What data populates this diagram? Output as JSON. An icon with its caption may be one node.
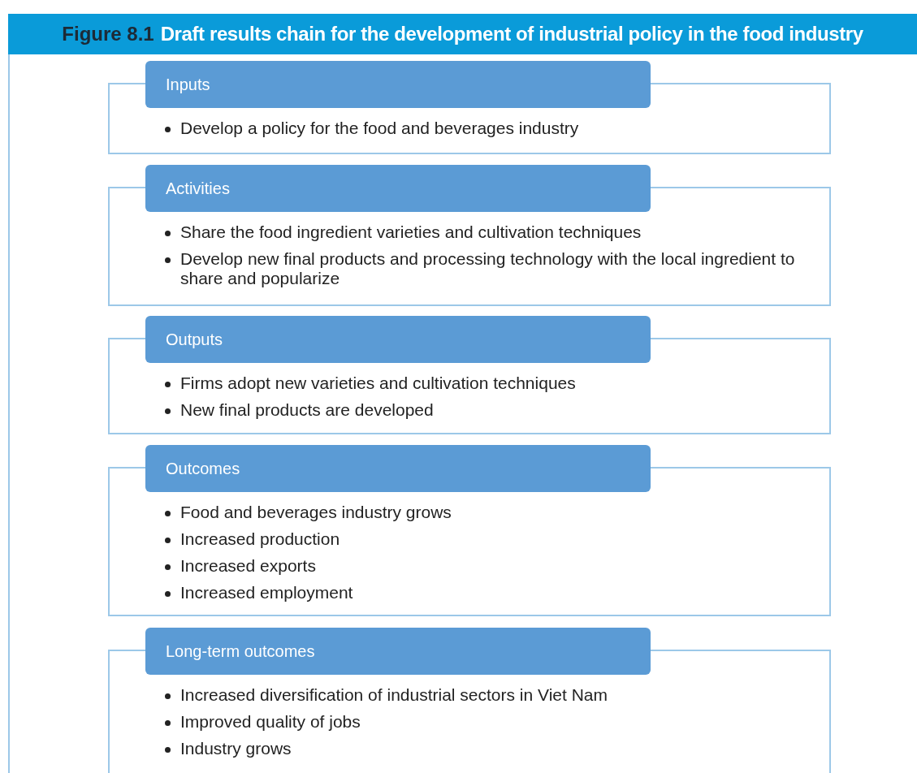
{
  "diagram": {
    "title": "Draft results chain for the development of industrial policy in the food industry",
    "nodes": [
      {
        "text": [
          "Inputs",
          "Develop a policy for the food and beverages industry"
        ]
      },
      {
        "text": [
          "Activities",
          "Share the food ingredient varieties and cultivation techniques",
          "Develop new final products and processing technology with the local ingredient to share and popularize"
        ]
      },
      {
        "text": [
          "Outputs",
          "Firms adopt new varieties and cultivation techniques",
          "New final products are developed"
        ]
      },
      {
        "text": [
          "Outcomes",
          "Food and beverages industry grows",
          "Increased production",
          "Increased exports",
          "Increased employment"
        ]
      },
      {
        "text": [
          "Long-term outcomes",
          "Increased diversification of industrial sectors in Viet Nam",
          "Improved quality of jobs",
          "Industry grows"
        ]
      }
    ],
    "labels": [
      "Figure 8.1"
    ]
  }
}
